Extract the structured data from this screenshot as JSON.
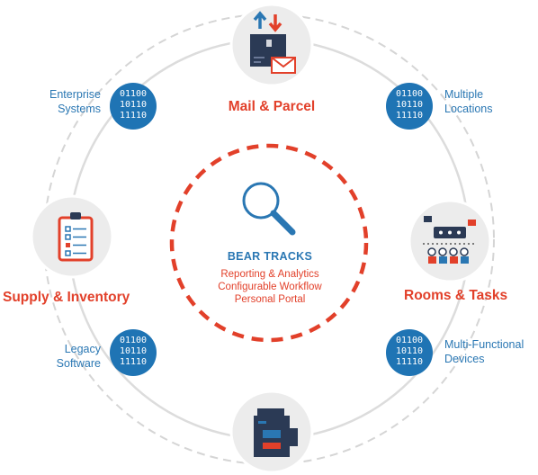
{
  "center": {
    "title": "BEAR TRACKS",
    "features": [
      "Reporting & Analytics",
      "Configurable Workflow",
      "Personal Portal"
    ]
  },
  "hubs": {
    "top": "Mail & Parcel",
    "left": "Supply & Inventory",
    "right": "Rooms & Tasks",
    "bottom": ""
  },
  "data_nodes": {
    "binary_lines": [
      "01100",
      "10110",
      "11110"
    ],
    "top_left": [
      "Enterprise",
      "Systems"
    ],
    "top_right": [
      "Multiple",
      "Locations"
    ],
    "bottom_left": [
      "Legacy",
      "Software"
    ],
    "bottom_right": [
      "Multi-Functional",
      "Devices"
    ]
  },
  "colors": {
    "accent_red": "#e2402a",
    "accent_blue": "#2a77b3",
    "node_blue": "#1f74b4",
    "ring": "#d9d9d9",
    "hub_bg": "#ececec"
  },
  "icons": {
    "center": "magnifier-icon",
    "top": "package-mail-icon",
    "left": "clipboard-checklist-icon",
    "right": "rooms-meeting-icon",
    "bottom": "copier-printer-icon"
  }
}
